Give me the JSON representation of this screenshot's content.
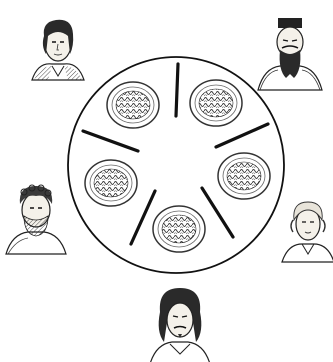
{
  "diagram": {
    "table": {
      "shape": "circle",
      "fill": "#ffffff",
      "stroke": "#111111"
    },
    "plate_count": 5,
    "chopstick_count": 5,
    "portrait_count": 5,
    "colors": {
      "ink": "#111111",
      "plate_rim": "#555555",
      "food": "#3a3a3a",
      "skin": "#f4f1ea"
    }
  }
}
